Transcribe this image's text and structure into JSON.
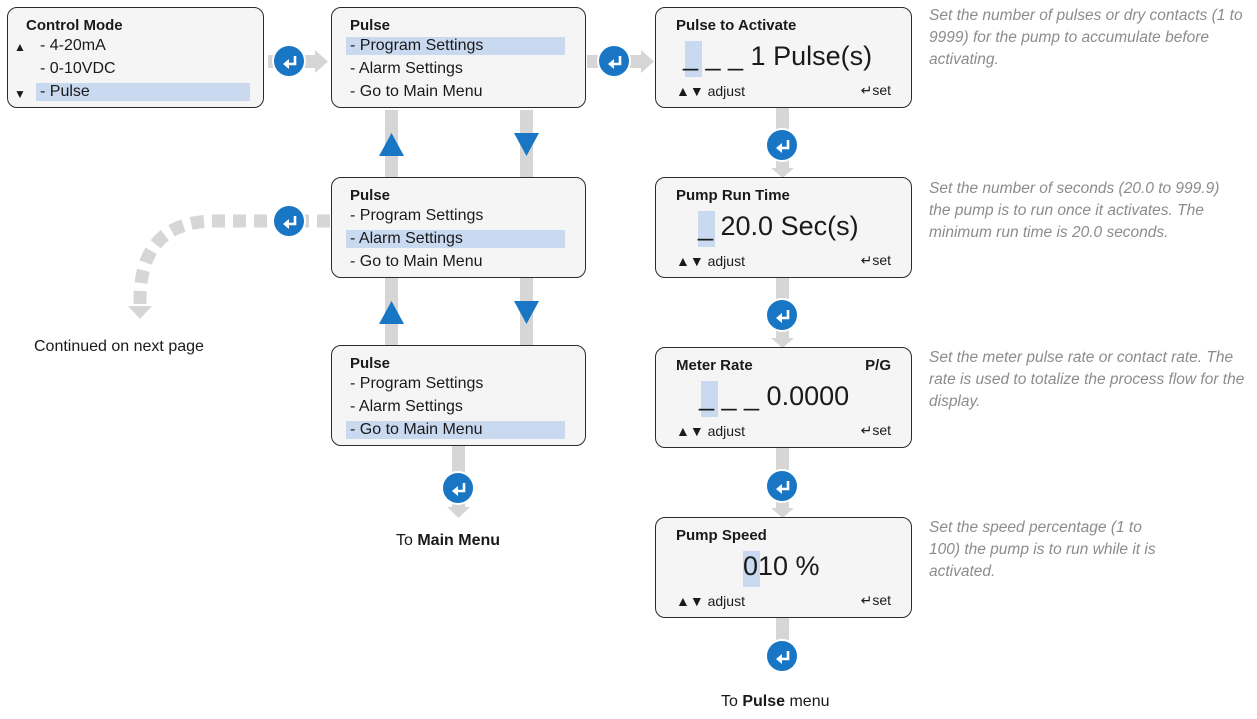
{
  "control_mode_menu": {
    "title": "Control Mode",
    "items": [
      "- 4-20mA",
      "- 0-10VDC",
      "- Pulse"
    ],
    "selected": 2
  },
  "pulse_menus": [
    {
      "title": "Pulse",
      "items": [
        "- Program Settings",
        "- Alarm Settings",
        "- Go to Main Menu"
      ],
      "selected": 0
    },
    {
      "title": "Pulse",
      "items": [
        "- Program Settings",
        "- Alarm Settings",
        "- Go to Main Menu"
      ],
      "selected": 1
    },
    {
      "title": "Pulse",
      "items": [
        "- Program Settings",
        "- Alarm Settings",
        "- Go to Main Menu"
      ],
      "selected": 2
    }
  ],
  "entry_screens": [
    {
      "title": "Pulse to Activate",
      "value": "_ _ _ 1 Pulse(s)",
      "units_tag": "",
      "adjust": "adjust",
      "set": "set",
      "note": "Set the number of pulses or dry contacts (1 to 9999) for the pump to accumulate before activating."
    },
    {
      "title": "Pump Run Time",
      "value": "_ 20.0 Sec(s)",
      "units_tag": "",
      "adjust": "adjust",
      "set": "set",
      "note": "Set the number of seconds (20.0 to 999.9) the pump is to run once it activates. The minimum run time is 20.0 seconds."
    },
    {
      "title": "Meter Rate",
      "value": "_ _ _ 0.0000",
      "units_tag": "P/G",
      "adjust": "adjust",
      "set": "set",
      "note": "Set the meter pulse rate or contact rate. The rate is used to totalize the process flow for the display."
    },
    {
      "title": "Pump Speed",
      "value": "010 %",
      "units_tag": "",
      "adjust": "adjust",
      "set": "set",
      "note": "Set the speed percentage (1 to 100) the pump is to run while it is activated."
    }
  ],
  "captions": {
    "continued": "Continued on next page",
    "main_menu_prefix": "To ",
    "main_menu_bold": "Main Menu",
    "pulse_prefix": "To ",
    "pulse_bold": "Pulse",
    "pulse_suffix": " menu"
  },
  "colors": {
    "accent": "#1976c4",
    "highlight": "#c9d9ef",
    "connector": "#d6d6d6",
    "note": "#8c8c8c"
  },
  "icons": {
    "enter": "enter-icon",
    "up": "arrow-up-icon",
    "down": "arrow-down-icon"
  }
}
